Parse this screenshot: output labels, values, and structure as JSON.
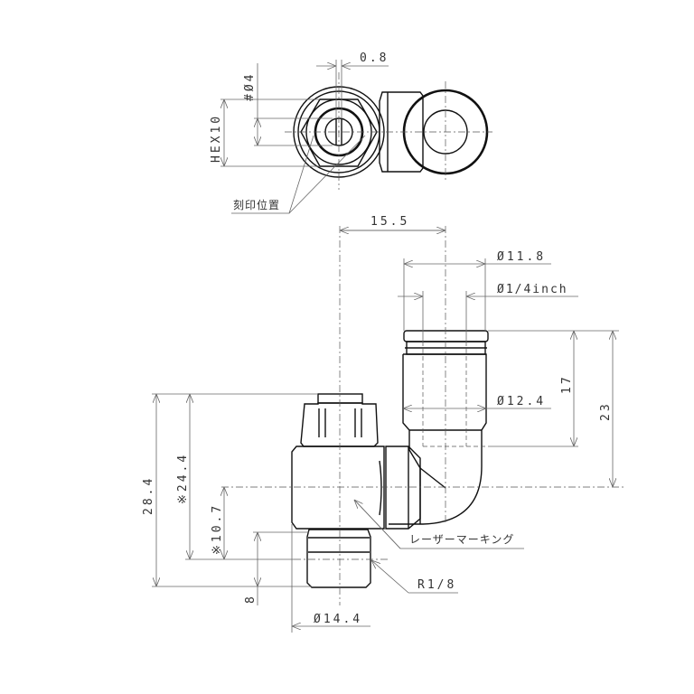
{
  "top_view": {
    "dim_offset": "0.8",
    "dim_hole": "#Ø4",
    "dim_hex": "HEX10",
    "marking_position": "刻印位置"
  },
  "side_view": {
    "dim_center_distance": "15.5",
    "dim_release_button": "Ø11.8",
    "dim_tube": "Ø1/4inch",
    "dim_body": "Ø12.4",
    "dim_17": "17",
    "dim_23": "23",
    "dim_total_height": "28.4",
    "dim_height_ref": "※24.4",
    "dim_center_height": "※10.7",
    "dim_thread_length": "8",
    "dim_hex_width": "Ø14.4",
    "laser_marking": "レーザーマーキング",
    "thread": "R1/8"
  }
}
